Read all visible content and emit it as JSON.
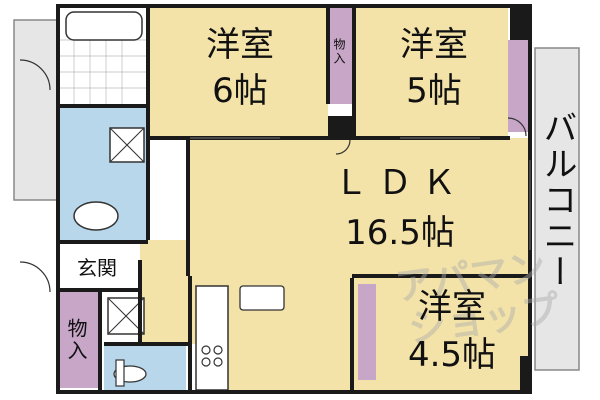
{
  "rooms": {
    "western_6": {
      "name": "洋室",
      "size": "6帖"
    },
    "western_5": {
      "name": "洋室",
      "size": "5帖"
    },
    "ldk": {
      "name": "ＬＤＫ",
      "size": "16.5帖"
    },
    "western_45": {
      "name": "洋室",
      "size": "4.5帖"
    },
    "closet_top": {
      "name": "物入"
    },
    "closet_entry": {
      "name": "物入"
    },
    "entrance": {
      "name": "玄関"
    },
    "balcony": {
      "name": "バルコニー"
    }
  },
  "watermark": {
    "line1": "アパマン",
    "line2": "ショップ"
  },
  "colors": {
    "room_floor": "#f3e3a8",
    "wet_area": "#b9d7ea",
    "closet": "#c7a6c7",
    "wall": "#1a1a1a",
    "balcony": "#e6e6e6"
  }
}
